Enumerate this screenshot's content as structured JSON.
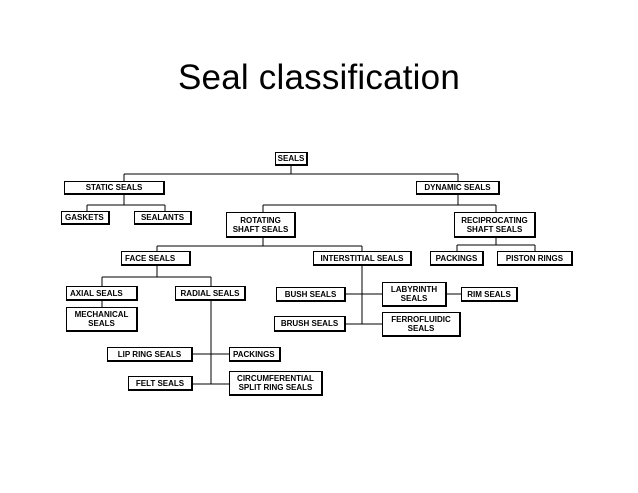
{
  "title": "Seal classification",
  "nodes": {
    "seals": "SEALS",
    "static_seals": "STATIC SEALS",
    "dynamic_seals": "DYNAMIC SEALS",
    "gaskets": "GASKETS",
    "sealants": "SEALANTS",
    "rotating_shaft_seals": "ROTATING\nSHAFT SEALS",
    "reciprocating_shaft_seals": "RECIPROCATING\nSHAFT SEALS",
    "face_seals": "FACE SEALS",
    "interstitial_seals": "INTERSTITIAL SEALS",
    "packings_reciprocating": "PACKINGS",
    "piston_rings": "PISTON RINGS",
    "axial_seals": "AXIAL SEALS",
    "radial_seals": "RADIAL SEALS",
    "bush_seals": "BUSH SEALS",
    "labyrinth_seals": "LABYRINTH\nSEALS",
    "rim_seals": "RIM SEALS",
    "mechanical_seals": "MECHANICAL\nSEALS",
    "brush_seals": "BRUSH SEALS",
    "ferrofluidic_seals": "FERROFLUIDIC\nSEALS",
    "lip_ring_seals": "LIP RING SEALS",
    "packings_radial": "PACKINGS",
    "felt_seals": "FELT SEALS",
    "circumferential_split_ring_seals": "CIRCUMFERENTIAL\nSPLIT RING SEALS"
  }
}
